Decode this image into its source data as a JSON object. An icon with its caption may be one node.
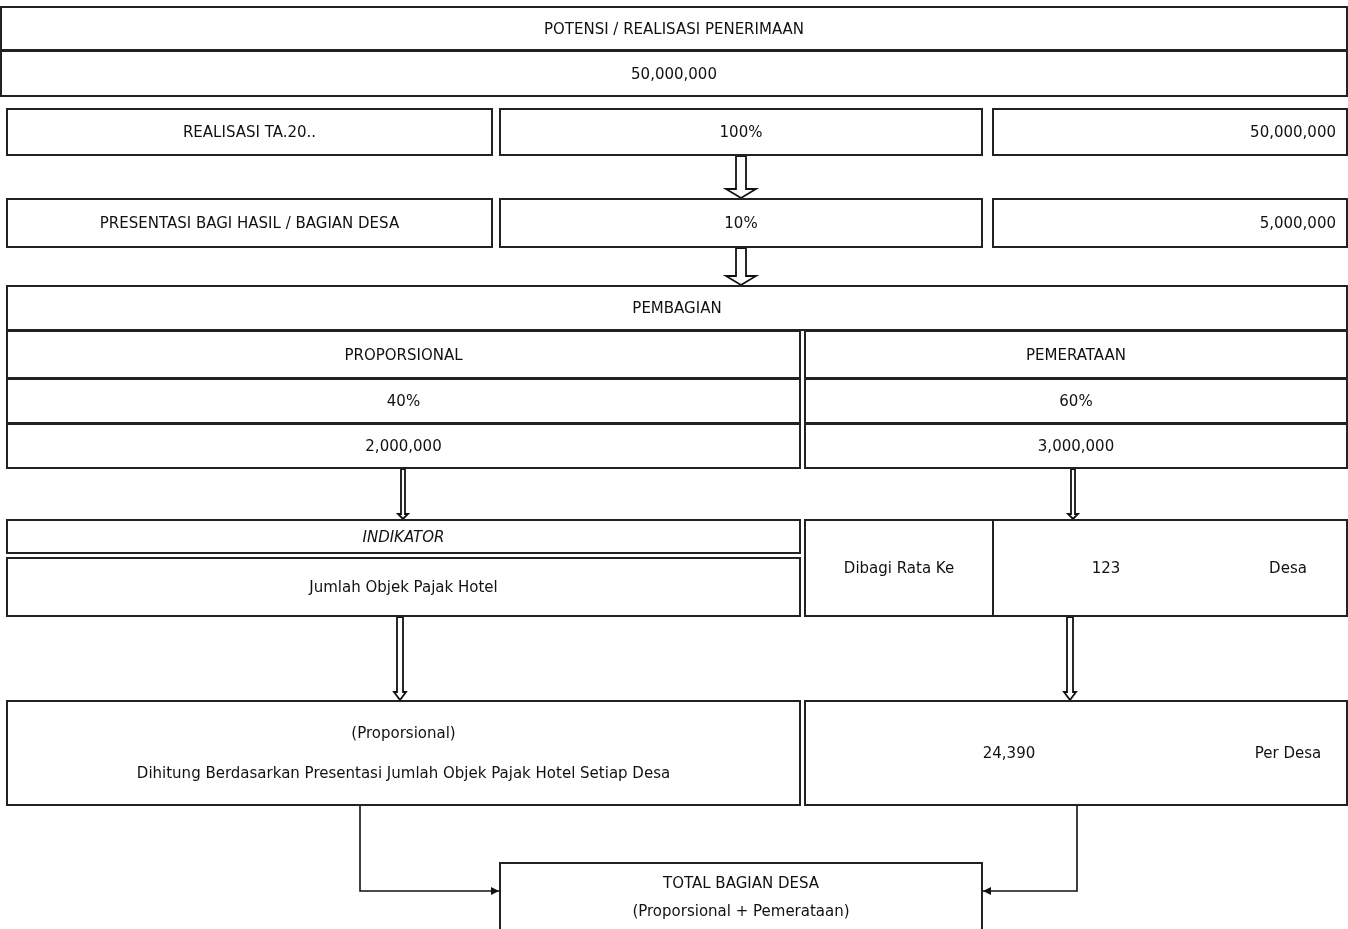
{
  "diagram": {
    "nodes": [
      {
        "text": [
          "POTENSI / REALISASI PENERIMAAN"
        ]
      },
      {
        "text": [
          "50,000,000"
        ]
      },
      {
        "text": [
          "REALISASI TA.20.."
        ]
      },
      {
        "text": [
          "100%"
        ]
      },
      {
        "text": [
          "50,000,000"
        ]
      },
      {
        "text": [
          "PRESENTASI BAGI HASIL / BAGIAN DESA"
        ]
      },
      {
        "text": [
          "10%"
        ]
      },
      {
        "text": [
          "5,000,000"
        ]
      },
      {
        "text": [
          "PEMBAGIAN"
        ]
      },
      {
        "text": [
          "PROPORSIONAL"
        ]
      },
      {
        "text": [
          "PEMERATAAN"
        ]
      },
      {
        "text": [
          "40%"
        ]
      },
      {
        "text": [
          "60%"
        ]
      },
      {
        "text": [
          "2,000,000"
        ]
      },
      {
        "text": [
          "3,000,000"
        ]
      },
      {
        "text": [
          "INDIKATOR"
        ]
      },
      {
        "text": [
          "Jumlah Objek Pajak Hotel"
        ]
      },
      {
        "text": [
          "Dibagi Rata Ke"
        ]
      },
      {
        "text": [
          "123",
          "Desa"
        ]
      },
      {
        "text": [
          "(Proporsional)",
          "Dihitung Berdasarkan Presentasi Jumlah Objek Pajak Hotel Setiap Desa"
        ]
      },
      {
        "text": [
          "24,390",
          "Per Desa"
        ]
      },
      {
        "text": [
          "TOTAL BAGIAN DESA",
          "(Proporsional + Pemerataan)"
        ]
      }
    ],
    "edges": [
      {
        "from": 3,
        "to": 6,
        "arrow": "to"
      },
      {
        "from": 6,
        "to": 8,
        "arrow": "to"
      },
      {
        "from": 13,
        "to": 15,
        "arrow": "to"
      },
      {
        "from": 14,
        "to": 18,
        "arrow": "to"
      },
      {
        "from": 16,
        "to": 19,
        "arrow": "to"
      },
      {
        "from": 18,
        "to": 20,
        "arrow": "to"
      },
      {
        "from": 19,
        "to": 21,
        "arrow": "to"
      },
      {
        "from": 20,
        "to": 21,
        "arrow": "to"
      }
    ]
  }
}
